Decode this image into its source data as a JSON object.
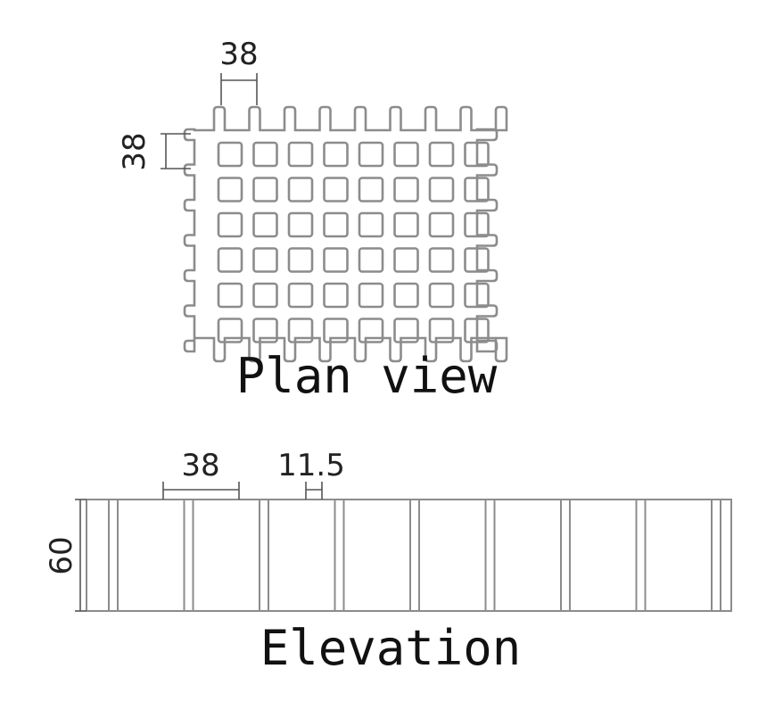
{
  "plan_view": {
    "caption": "Plan view",
    "dim_bar_pitch_horizontal": "38",
    "dim_bar_pitch_vertical": "38",
    "columns": 8,
    "rows": 6
  },
  "elevation": {
    "caption": "Elevation",
    "dim_bar_pitch": "38",
    "dim_bar_thickness": "11.5",
    "dim_height": "60",
    "bars": 9
  }
}
